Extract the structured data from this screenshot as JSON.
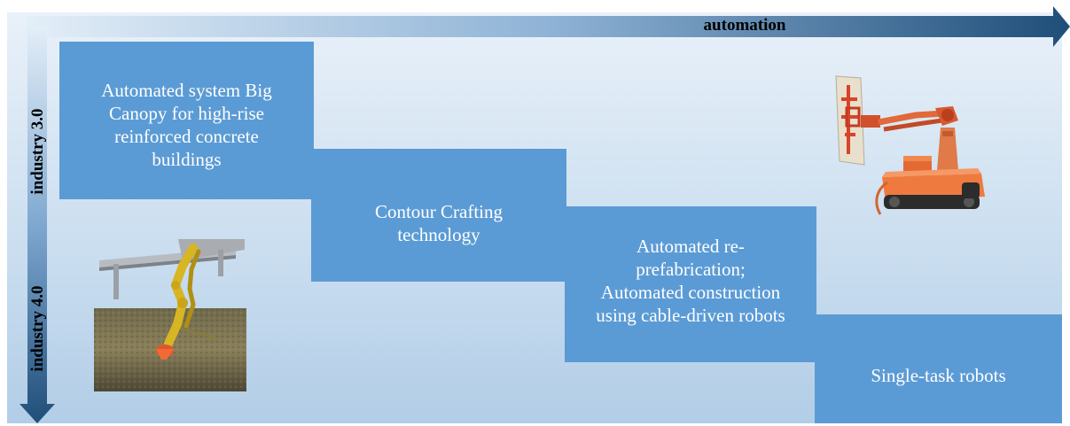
{
  "axes": {
    "horizontal_label": "automation",
    "vertical_labels": [
      "industry 3.0",
      "industry 4.0"
    ]
  },
  "steps": [
    {
      "label": "Automated system Big Canopy for high-rise reinforced concrete buildings",
      "lines": [
        "Automated system Big",
        "Canopy for high-rise",
        "reinforced concrete",
        "buildings"
      ]
    },
    {
      "label": "Contour Crafting technology",
      "lines": [
        "Contour Crafting",
        "technology"
      ]
    },
    {
      "label": "Automated re-prefabrication; Automated construction using cable-driven robots",
      "lines": [
        "Automated re-",
        "prefabrication;",
        "Automated construction",
        "using cable-driven robots"
      ]
    },
    {
      "label": "Single-task robots",
      "lines": [
        "Single-task robots"
      ]
    }
  ],
  "illustrations": [
    "contour-crafting-robot-photo",
    "single-task-robot-illustration"
  ],
  "colors": {
    "step_fill": "#5b9bd5",
    "arrow_dark": "#1f4e79",
    "arrow_light": "#d6e6f5"
  }
}
